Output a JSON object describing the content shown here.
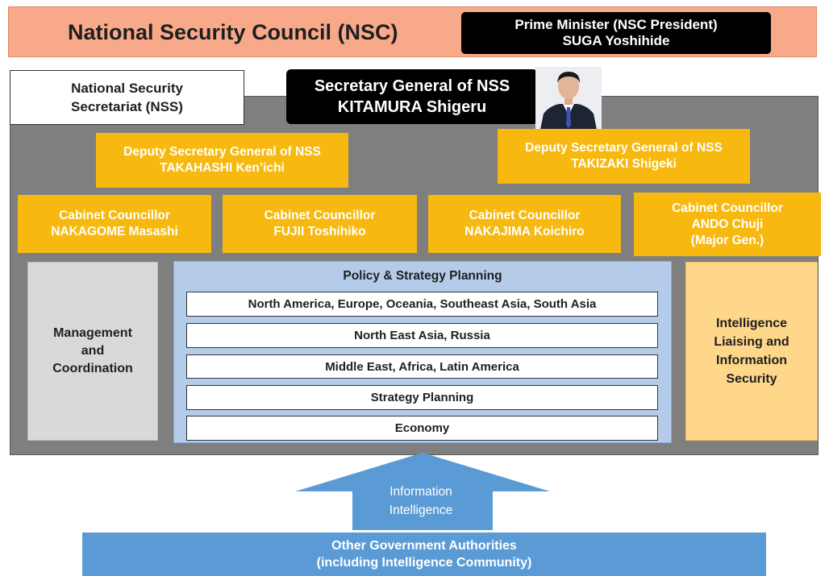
{
  "nsc": {
    "title": "National Security Council (NSC)",
    "president_role": "Prime Minister (NSC President)",
    "president_name": "SUGA Yoshihide"
  },
  "nss": {
    "label_line1": "National Security",
    "label_line2": "Secretariat (NSS)",
    "secretary_general_role": "Secretary General of NSS",
    "secretary_general_name": "KITAMURA Shigeru"
  },
  "deputies": [
    {
      "role": "Deputy Secretary General of NSS",
      "name": "TAKAHASHI Ken’ichi"
    },
    {
      "role": "Deputy Secretary General of NSS",
      "name": "TAKIZAKI Shigeki"
    }
  ],
  "councillors": [
    {
      "role": "Cabinet Councillor",
      "name": "NAKAGOME Masashi"
    },
    {
      "role": "Cabinet Councillor",
      "name": "FUJII Toshihiko"
    },
    {
      "role": "Cabinet Councillor",
      "name": "NAKAJIMA Koichiro"
    },
    {
      "role": "Cabinet Councillor",
      "name": "ANDO Chuji",
      "note": "(Major Gen.)"
    }
  ],
  "units": {
    "management": [
      "Management",
      "and",
      "Coordination"
    ],
    "policy_title": "Policy & Strategy Planning",
    "policy_rows": [
      "North America, Europe, Oceania, Southeast Asia, South Asia",
      "North East Asia, Russia",
      "Middle East, Africa, Latin America",
      "Strategy Planning",
      "Economy"
    ],
    "intelligence": [
      "Intelligence",
      "Liaising and",
      "Information",
      "Security"
    ]
  },
  "flow": {
    "arrow_line1": "Information",
    "arrow_line2": "Intelligence",
    "source_line1": "Other Government Authorities",
    "source_line2": "(including Intelligence Community)"
  },
  "colors": {
    "nsc_banner": "#f8a98a",
    "nss_panel": "#7f7f7f",
    "deputy_and_councillor": "#f7b90f",
    "management": "#d9d9d9",
    "policy": "#b4cce9",
    "intelligence": "#ffd78a",
    "authorities": "#5b9bd5"
  }
}
